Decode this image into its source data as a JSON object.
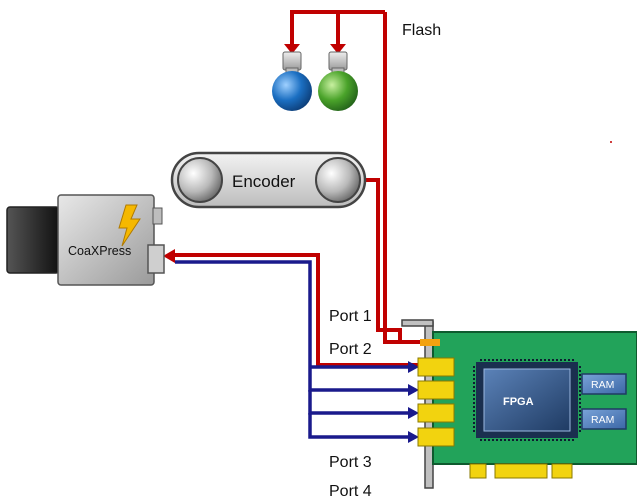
{
  "labels": {
    "flash": "Flash",
    "encoder": "Encoder",
    "camera": "CoaXPress",
    "port1": "Port 1",
    "port2": "Port 2",
    "port3": "Port 3",
    "port4": "Port 4",
    "fpga": "FPGA",
    "ram1": "RAM",
    "ram2": "RAM"
  },
  "icons": {
    "camera_badge": "lightning-bolt-icon",
    "lamp_blue": "light-bulb-icon",
    "lamp_green": "light-bulb-icon"
  },
  "colors": {
    "trigger_line": "#c00000",
    "data_line": "#1a1a8c",
    "board": "#22a35a",
    "connector": "#f2d30f",
    "fpga": "#3b5d8f",
    "ram": "#4f7dbd",
    "lamp_blue": "#1b6fc2",
    "lamp_green": "#4aa32a",
    "bolt": "#f5b800"
  }
}
